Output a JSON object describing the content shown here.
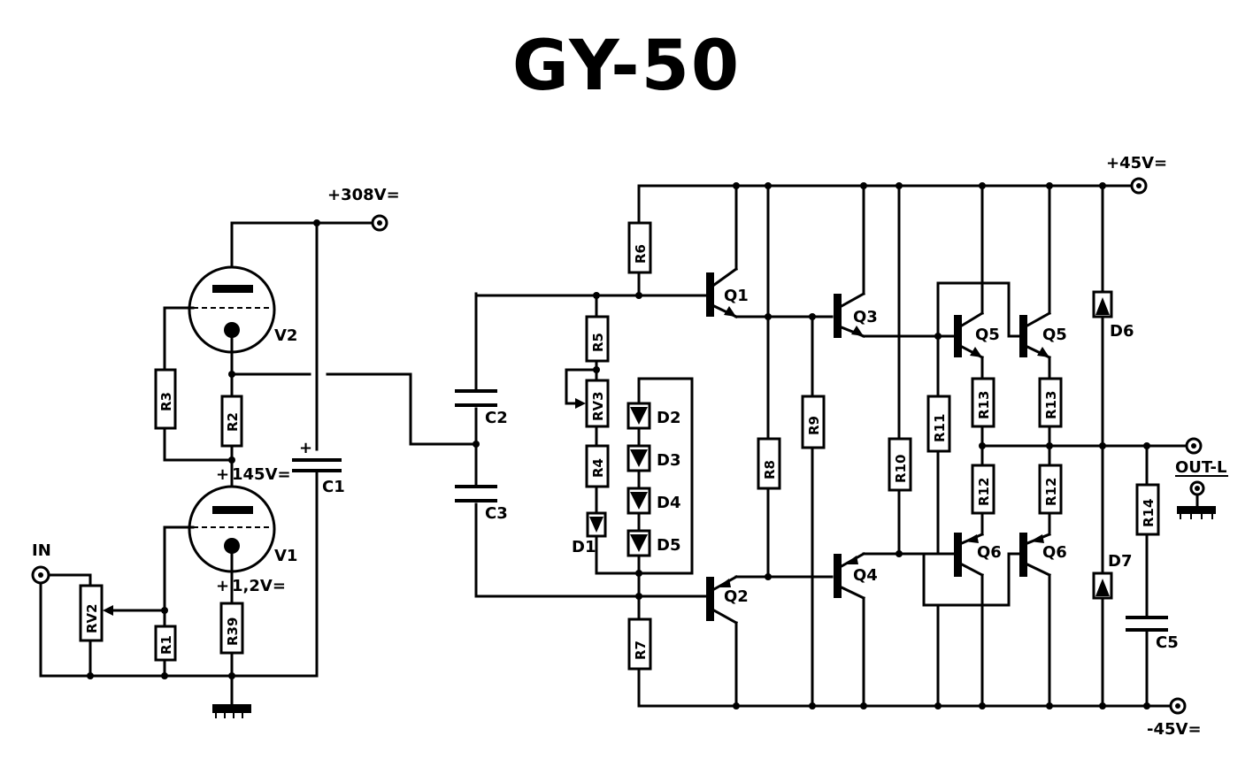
{
  "title": "GY-50",
  "supplies": {
    "hv": "+308V=",
    "pos": "+45V=",
    "neg": "-45V="
  },
  "voltages": {
    "mid": "145V=",
    "cathode": "1,2V="
  },
  "io": {
    "input": "IN",
    "output": "OUT-L"
  },
  "tubes": {
    "v1": "V1",
    "v2": "V2"
  },
  "resistors": {
    "r1": "R1",
    "r2": "R2",
    "r3": "R3",
    "r4": "R4",
    "r5": "R5",
    "r6": "R6",
    "r7": "R7",
    "r8": "R8",
    "r9": "R9",
    "r10": "R10",
    "r11": "R11",
    "r12a": "R12",
    "r12b": "R12",
    "r13a": "R13",
    "r13b": "R13",
    "r14": "R14",
    "r39": "R39",
    "rv2": "RV2",
    "rv3": "RV3"
  },
  "capacitors": {
    "c1": "C1",
    "c2": "C2",
    "c3": "C3",
    "c5": "C5"
  },
  "diodes": {
    "d1": "D1",
    "d2": "D2",
    "d3": "D3",
    "d4": "D4",
    "d5": "D5",
    "d6": "D6",
    "d7": "D7"
  },
  "transistors": {
    "q1": "Q1",
    "q2": "Q2",
    "q3": "Q3",
    "q4": "Q4",
    "q5a": "Q5",
    "q5b": "Q5",
    "q6a": "Q6",
    "q6b": "Q6"
  }
}
